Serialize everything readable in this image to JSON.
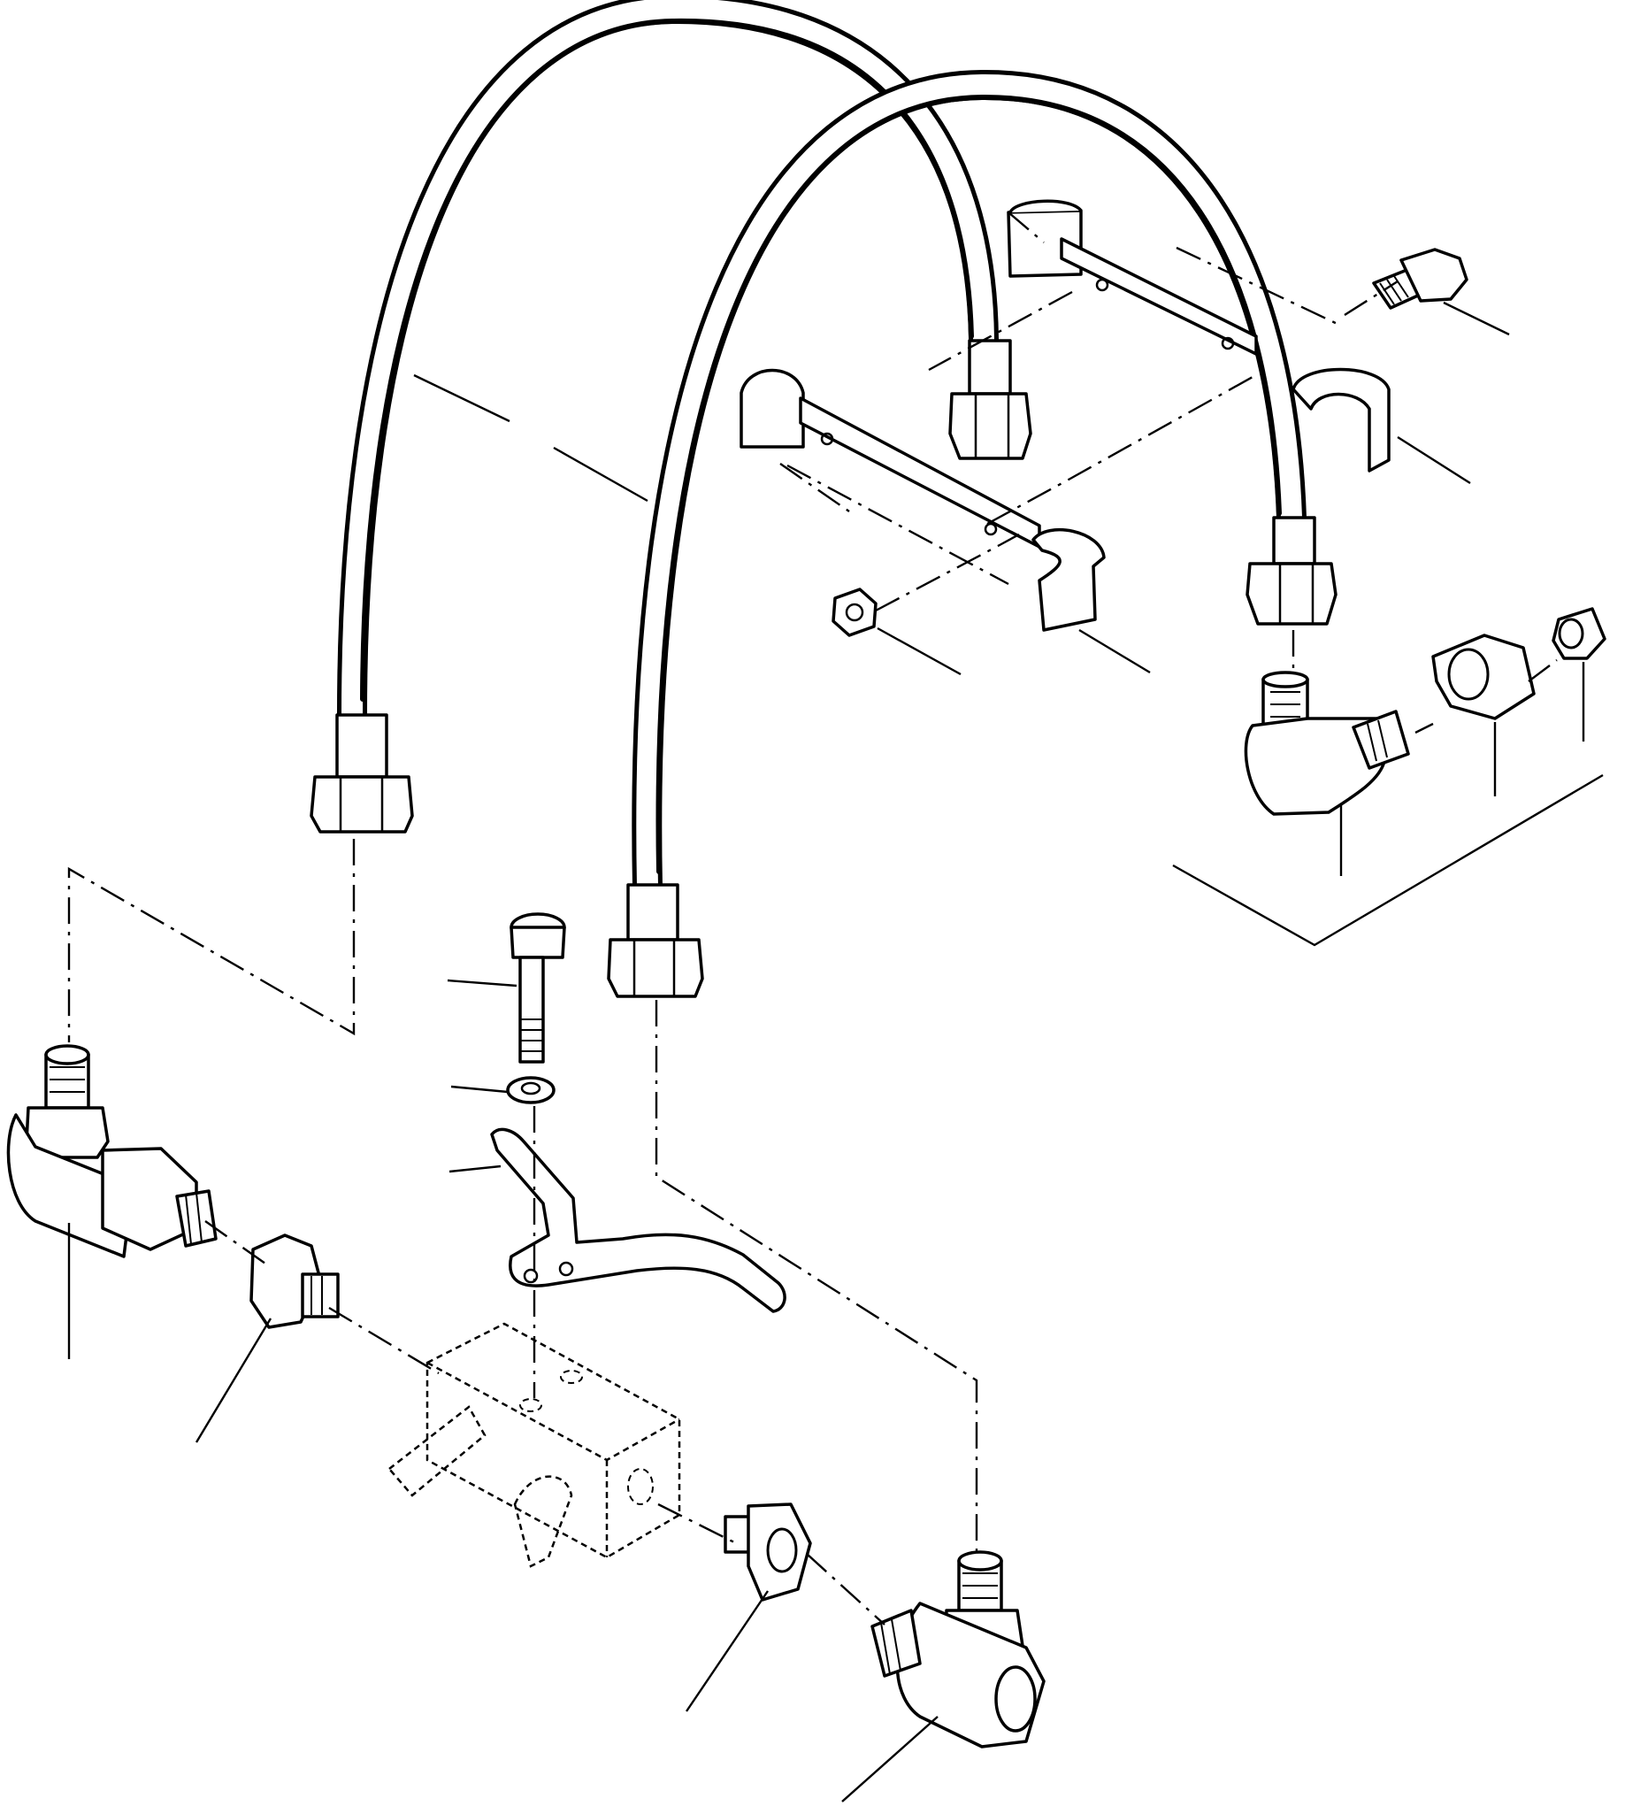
{
  "figure": {
    "kind": "exploded-parts-diagram",
    "colors": {
      "ink": "#000000",
      "paper": "#ffffff"
    }
  },
  "parts": [
    {
      "name": "hose-left",
      "icon": "hose-icon"
    },
    {
      "name": "hose-right",
      "icon": "hose-icon"
    },
    {
      "name": "hose-clamp-front",
      "icon": "clamp-icon"
    },
    {
      "name": "hose-clamp-rear",
      "icon": "clamp-icon"
    },
    {
      "name": "clamp-bolt",
      "icon": "bolt-icon"
    },
    {
      "name": "clamp-nut",
      "icon": "nut-icon"
    },
    {
      "name": "elbow-fitting-upper",
      "icon": "elbow-fitting-icon"
    },
    {
      "name": "union-nut-upper",
      "icon": "nut-icon"
    },
    {
      "name": "sleeve-upper",
      "icon": "sleeve-icon"
    },
    {
      "name": "bracket-bolt",
      "icon": "bolt-icon"
    },
    {
      "name": "washer",
      "icon": "washer-icon"
    },
    {
      "name": "control-lever",
      "icon": "lever-icon"
    },
    {
      "name": "valve-block",
      "icon": "valve-block-icon"
    },
    {
      "name": "elbow-fitting-left",
      "icon": "elbow-fitting-icon"
    },
    {
      "name": "adapter-left",
      "icon": "adapter-icon"
    },
    {
      "name": "adapter-right",
      "icon": "adapter-icon"
    },
    {
      "name": "elbow-fitting-right",
      "icon": "elbow-fitting-icon"
    }
  ]
}
